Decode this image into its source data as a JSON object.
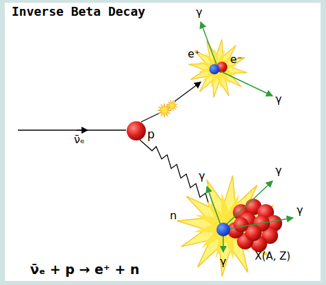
{
  "diagram": {
    "title": "Inverse Beta Decay",
    "caption": "ν̄ₑ + p → e⁺ + n",
    "nodes": [
      {
        "text": [
          "p"
        ]
      }
    ],
    "labels": [
      "ν̄ₑ",
      "e⁺",
      "e⁻",
      "γ",
      "γ",
      "γ",
      "γ",
      "γ",
      "γ",
      "n",
      "X(A, Z)"
    ]
  }
}
